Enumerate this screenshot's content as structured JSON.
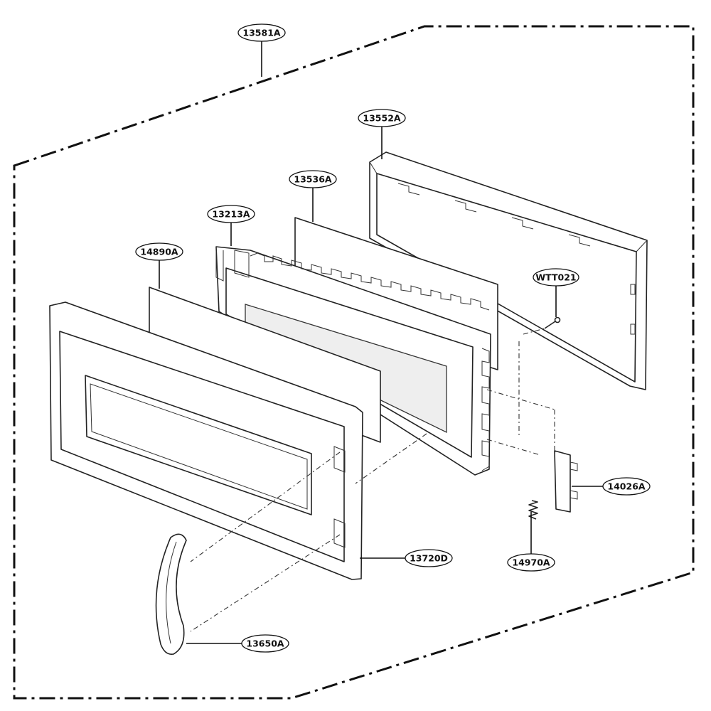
{
  "diagram": {
    "assembly_label": "13581A",
    "parts": [
      {
        "id": "p-13552A",
        "label": "13552A",
        "name": "outer-door-frame"
      },
      {
        "id": "p-13536A",
        "label": "13536A",
        "name": "glass-panel"
      },
      {
        "id": "p-13213A",
        "label": "13213A",
        "name": "door-inner-panel"
      },
      {
        "id": "p-14890A",
        "label": "14890A",
        "name": "door-glass"
      },
      {
        "id": "p-WTT021",
        "label": "WTT021",
        "name": "screw"
      },
      {
        "id": "p-14026A",
        "label": "14026A",
        "name": "latch-hook"
      },
      {
        "id": "p-14970A",
        "label": "14970A",
        "name": "spring"
      },
      {
        "id": "p-13720D",
        "label": "13720D",
        "name": "door-front-frame"
      },
      {
        "id": "p-13650A",
        "label": "13650A",
        "name": "door-handle"
      }
    ]
  }
}
